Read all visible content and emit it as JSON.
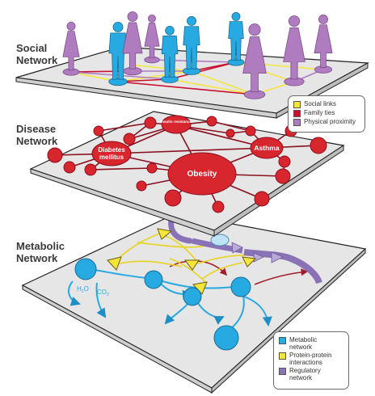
{
  "layers": {
    "social": {
      "label_line1": "Social",
      "label_line2": "Network"
    },
    "disease": {
      "label_line1": "Disease",
      "label_line2": "Network"
    },
    "metabolic": {
      "label_line1": "Metabolic",
      "label_line2": "Network"
    }
  },
  "social_legend": {
    "items": [
      {
        "label": "Social links",
        "color": "#f5e53a"
      },
      {
        "label": "Family ties",
        "color": "#c8102e"
      },
      {
        "label": "Physical proximity",
        "color": "#b07cc0"
      }
    ]
  },
  "disease_nodes": {
    "insulin": "Insulin resistance",
    "diabetes_line1": "Diabetes",
    "diabetes_line2": "mellitus",
    "asthma": "Asthma",
    "obesity": "Obesity"
  },
  "metabolites": {
    "h2o": "H",
    "h2o_sub": "2",
    "h2o_tail": "O",
    "co2": "CO",
    "co2_sub": "2"
  },
  "metabolic_legend": {
    "items": [
      {
        "label_line1": "Metabolic",
        "label_line2": "network",
        "color": "#27a9e1"
      },
      {
        "label_line1": "Protein-protein",
        "label_line2": "interactions",
        "color": "#f5e53a"
      },
      {
        "label_line1": "Regulatory",
        "label_line2": "network",
        "color": "#8a72b6"
      }
    ]
  },
  "colors": {
    "plane_fill": "#e6e6e6",
    "plane_edge": "#222222",
    "person_blue": "#27a9e1",
    "person_purple": "#b07cc0",
    "disease_red": "#d7262e",
    "metabolic_blue": "#27a9e1",
    "protein_yellow": "#f5e53a",
    "regulatory_purple": "#8a72b6"
  }
}
